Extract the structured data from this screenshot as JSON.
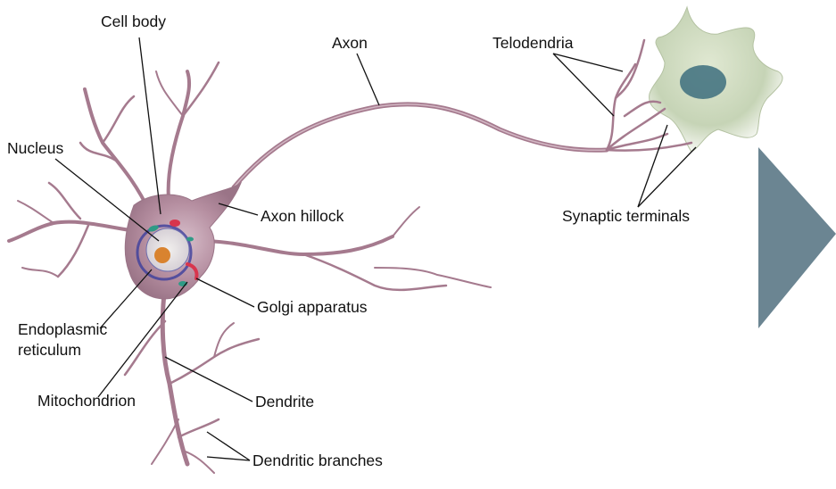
{
  "labels": {
    "cell_body": "Cell body",
    "axon": "Axon",
    "telodendria": "Telodendria",
    "nucleus": "Nucleus",
    "axon_hillock": "Axon hillock",
    "synaptic_terminals": "Synaptic terminals",
    "golgi_apparatus": "Golgi apparatus",
    "endoplasmic_reticulum_line1": "Endoplasmic",
    "endoplasmic_reticulum_line2": "reticulum",
    "mitochondrion": "Mitochondrion",
    "dendrite": "Dendrite",
    "dendritic_branches": "Dendritic branches"
  },
  "colors": {
    "neuron_body": "#b58ea0",
    "neuron_dark": "#8e6276",
    "neuron_light": "#d8bfcb",
    "dendrite_tip": "#9db7cf",
    "nucleus_outer": "#3c3f9c",
    "nucleus_inner": "#d9832f",
    "golgi": "#d8354d",
    "mitochondrion": "#2f9a86",
    "target_cell": "#c6d4b6",
    "target_nucleus": "#3d6f7e",
    "arrow": "#6b8592"
  },
  "icons": {
    "next_arrow": "triangle-right-icon"
  }
}
